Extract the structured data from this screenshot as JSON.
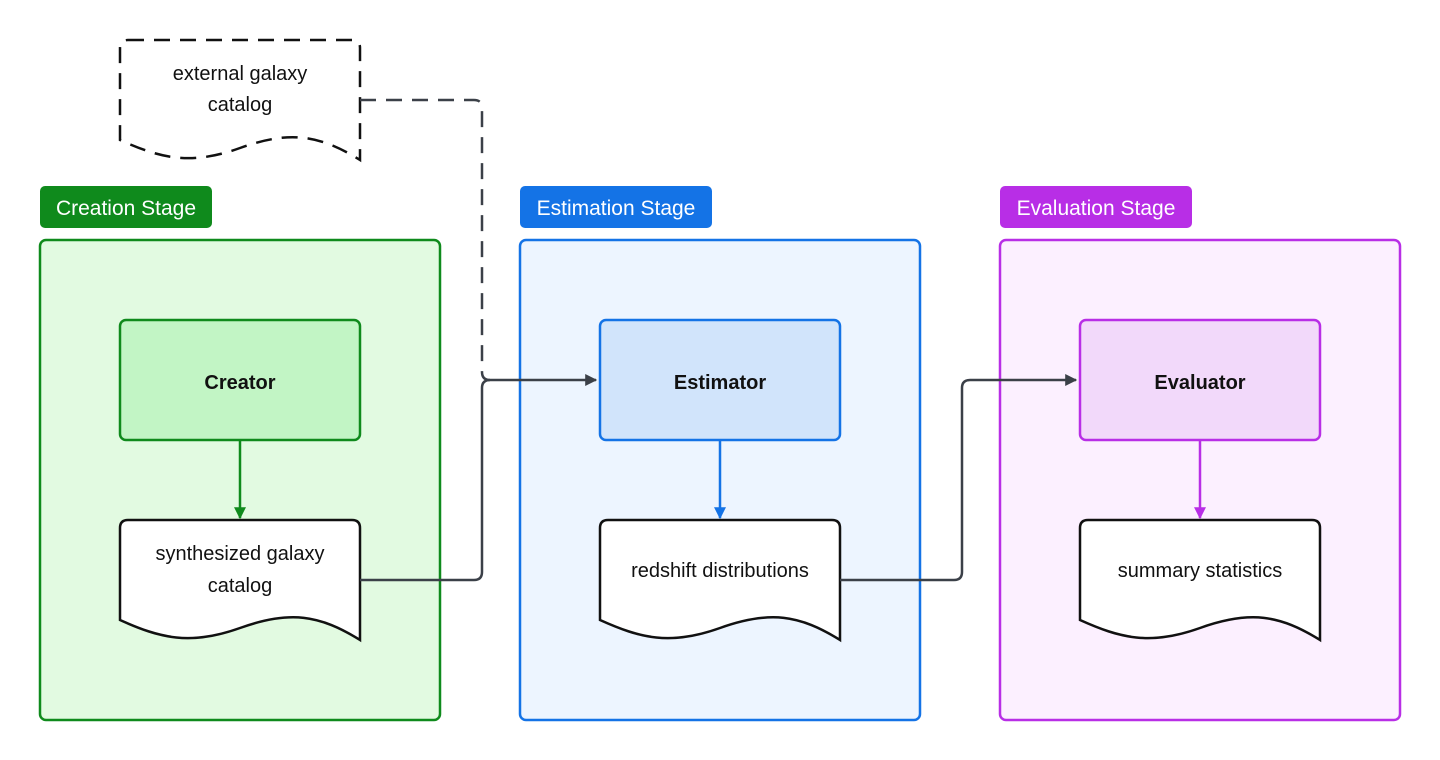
{
  "stages": {
    "creation": {
      "label": "Creation Stage",
      "node": "Creator",
      "output_line1": "synthesized galaxy",
      "output_line2": "catalog"
    },
    "estimation": {
      "label": "Estimation Stage",
      "node": "Estimator",
      "output": "redshift distributions"
    },
    "evaluation": {
      "label": "Evaluation Stage",
      "node": "Evaluator",
      "output": "summary statistics"
    }
  },
  "external_input": {
    "line1": "external galaxy",
    "line2": "catalog"
  },
  "colors": {
    "creation": "#0f8a1c",
    "creation_fill": "#e2fae1",
    "creation_node_fill": "#c2f5c5",
    "estimation": "#1473e6",
    "estimation_fill": "#edf5ff",
    "estimation_node_fill": "#d1e4fb",
    "evaluation": "#b82ee6",
    "evaluation_fill": "#fcf0ff",
    "evaluation_node_fill": "#f2d9fa",
    "connector": "#3b4048"
  }
}
